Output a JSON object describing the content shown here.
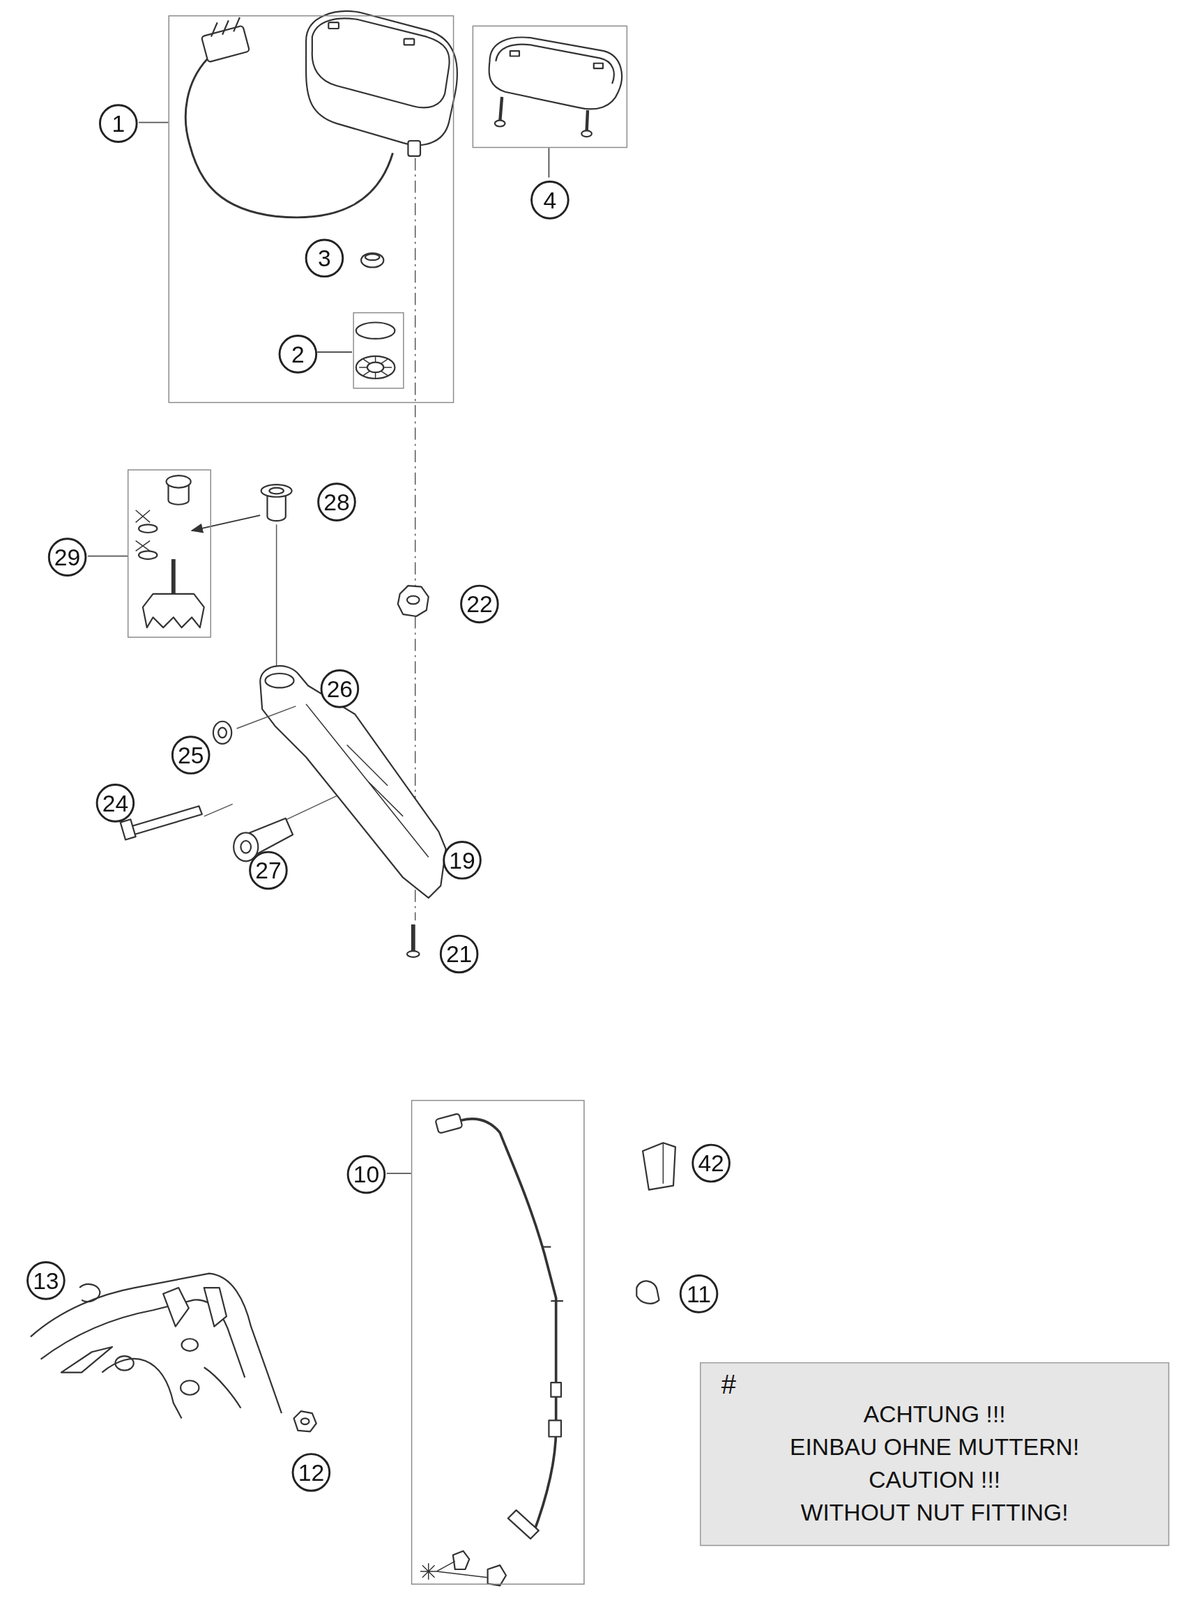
{
  "diagram": {
    "nodes": [
      {
        "text": [
          "1"
        ]
      },
      {
        "text": [
          "2"
        ],
        "in": 0
      },
      {
        "text": [
          "4"
        ]
      },
      {
        "text": [
          "29"
        ]
      },
      {
        "text": [
          "10"
        ]
      },
      {
        "text": [
          "#",
          "ACHTUNG !!!",
          "EINBAU OHNE MUTTERN!",
          "CAUTION !!!",
          "WITHOUT NUT FITTING!"
        ]
      }
    ],
    "labels": [
      "3",
      "28",
      "22",
      "26",
      "25",
      "24",
      "27",
      "19",
      "21",
      "42",
      "11",
      "13",
      "12"
    ]
  }
}
